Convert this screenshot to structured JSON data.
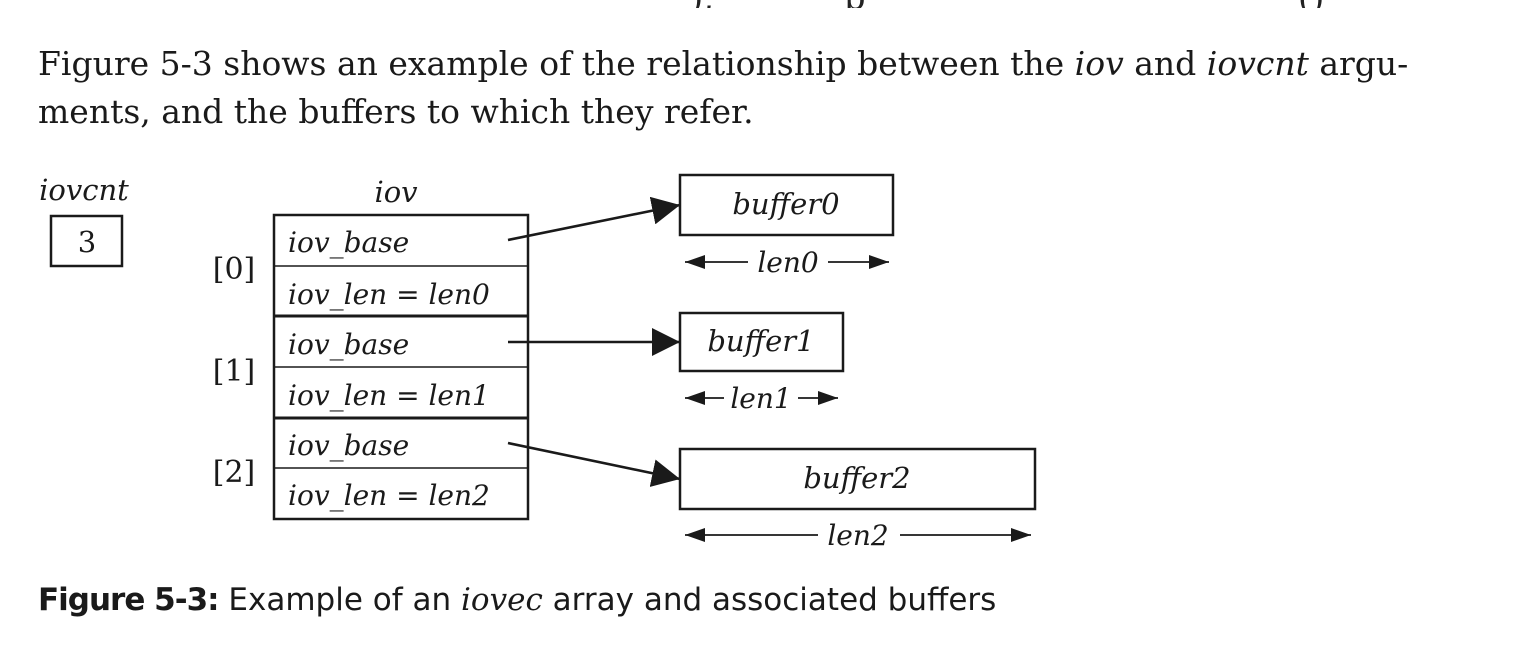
{
  "paragraph": {
    "text_1": "Figure 5-3 shows an example of the relationship between the ",
    "em_1": "iov",
    "text_2": " and ",
    "em_2": "iovcnt",
    "text_3": " argu-",
    "text_4": "ments, and the buffers to which they refer."
  },
  "diagram": {
    "iovcnt_label": "iovcnt",
    "iovcnt_value": "3",
    "iov_label": "iov",
    "entries": [
      {
        "index": "[0]",
        "base": "iov_base",
        "len": "iov_len = len0"
      },
      {
        "index": "[1]",
        "base": "iov_base",
        "len": "iov_len = len1"
      },
      {
        "index": "[2]",
        "base": "iov_base",
        "len": "iov_len = len2"
      }
    ],
    "buffers": [
      {
        "name": "buffer0",
        "len": "len0"
      },
      {
        "name": "buffer1",
        "len": "len1"
      },
      {
        "name": "buffer2",
        "len": "len2"
      }
    ]
  },
  "caption": {
    "label": "Figure 5-3:",
    "text_1": " Example of an ",
    "em": "iovec",
    "text_2": " array and associated buffers"
  }
}
